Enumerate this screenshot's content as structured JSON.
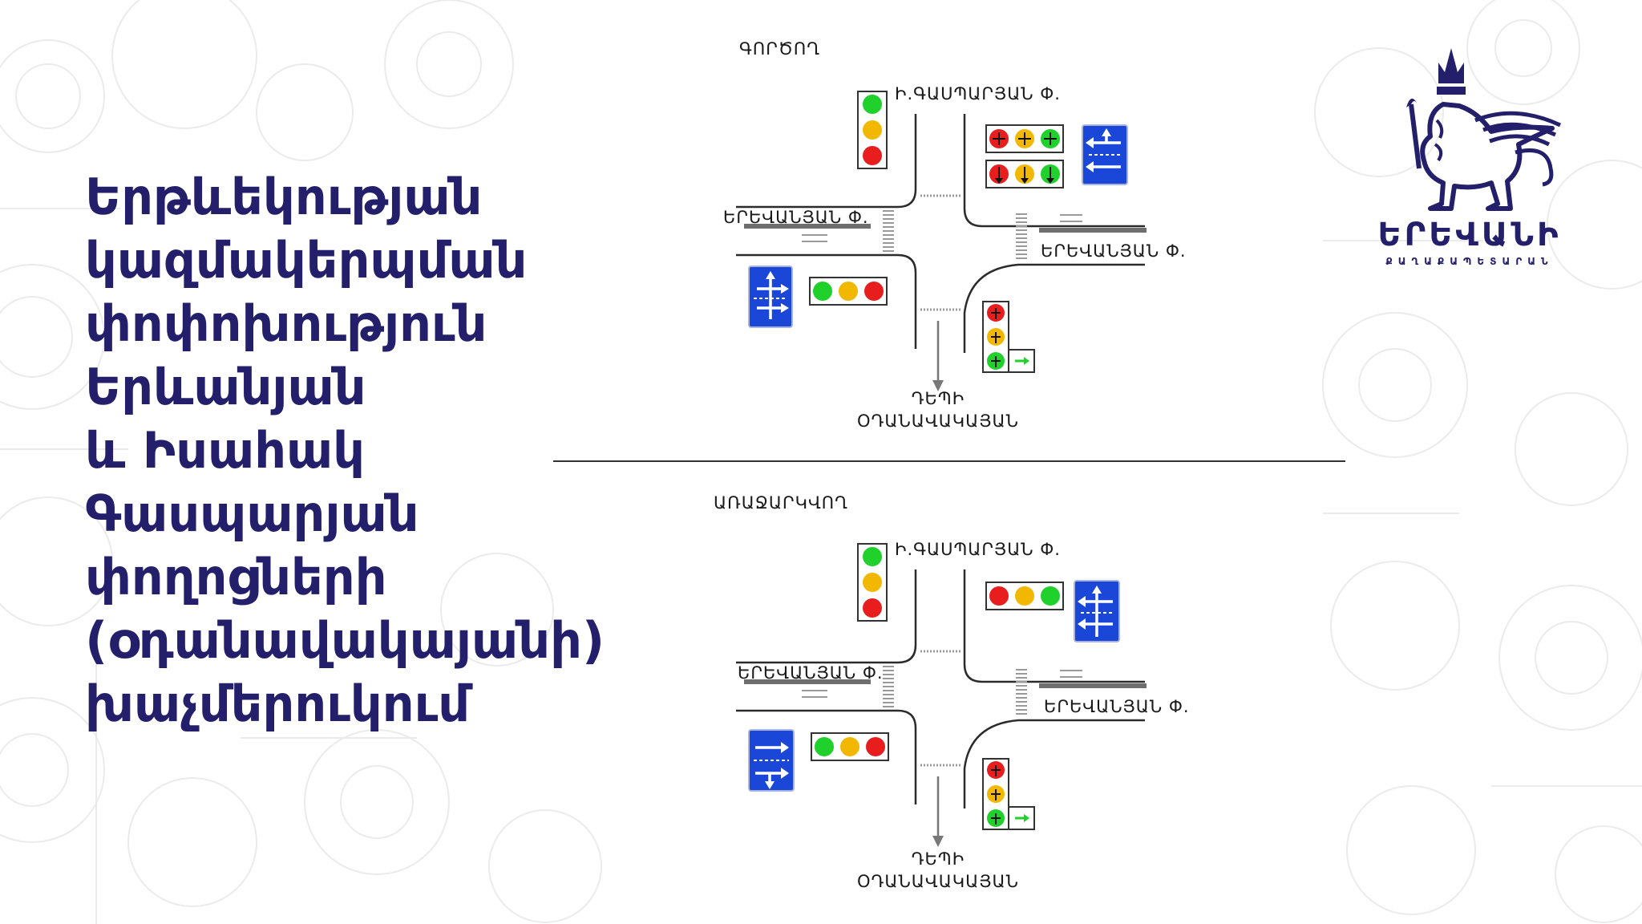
{
  "title_lines": [
    "Երթևեկության",
    "կազմակերպման",
    "փոփոխություն",
    "Երևանյան",
    "և Իսահակ",
    "Գասպարյան",
    "փողոցների",
    "(օդանավակայանի)",
    "խաչմերուկում"
  ],
  "diagrams": {
    "current": {
      "label": "ԳՈՐԾՈՂ",
      "street_north": "Ի.ԳԱՍՊԱՐՅԱՆ Փ.",
      "street_west": "ԵՐԵՎԱՆՅԱՆ Փ.",
      "street_east": "ԵՐԵՎԱՆՅԱՆ Փ.",
      "dest_line1": "ԴԵՊԻ",
      "dest_line2": "ՕԴԱՆԱՎԱԿԱՅԱՆ"
    },
    "proposed": {
      "label": "ԱՌԱՋԱՐԿՎՈՂ",
      "street_north": "Ի.ԳԱՍՊԱՐՅԱՆ Փ.",
      "street_west": "ԵՐԵՎԱՆՅԱՆ Փ.",
      "street_east": "ԵՐԵՎԱՆՅԱՆ Փ.",
      "dest_line1": "ԴԵՊԻ",
      "dest_line2": "ՕԴԱՆԱՎԱԿԱՅԱՆ"
    }
  },
  "logo": {
    "name": "ԵՐԵՎԱՆԻ",
    "subtitle": "ՔԱՂԱՔԱՊԵՏԱՐԱՆ",
    "emblem_icon": "lion-crown-emblem-icon"
  },
  "colors": {
    "title": "#241f6b",
    "signal_red": "#e81e1e",
    "signal_yellow": "#f2b800",
    "signal_green": "#1fd12a",
    "sign_blue": "#1b47d8"
  }
}
